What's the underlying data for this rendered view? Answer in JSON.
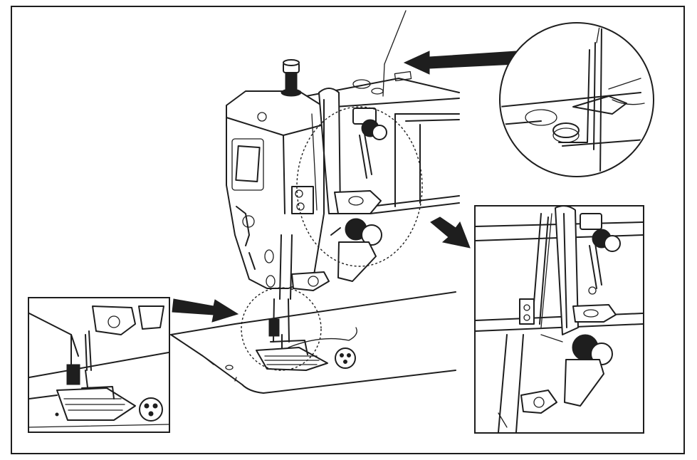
{
  "figure": {
    "subject": "sewing-machine-threading-detail",
    "colors": {
      "ink": "#1e1e1e",
      "paper": "#ffffff",
      "shade": "#d9d9d9"
    },
    "callouts": [
      {
        "id": "thread-guide-zoom",
        "shape": "circle"
      },
      {
        "id": "take-up-lever-zoom",
        "shape": "rectangle"
      },
      {
        "id": "presser-foot-zoom",
        "shape": "rectangle"
      }
    ]
  }
}
